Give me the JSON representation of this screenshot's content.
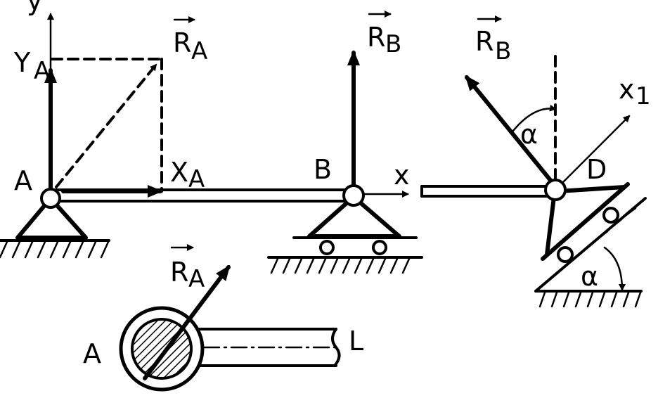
{
  "labels": {
    "y_axis": "y",
    "Y_A": "Y",
    "Y_A_sub": "A",
    "R_A": "R",
    "R_A_sub": "A",
    "X_A": "X",
    "X_A_sub": "A",
    "A": "A",
    "B": "B",
    "x_axis": "x",
    "R_B": "R",
    "R_B_sub": "B",
    "R_B2": "R",
    "R_B2_sub": "B",
    "x1": "x",
    "x1_sub": "1",
    "alpha_top": "α",
    "D": "D",
    "alpha_bottom": "α",
    "R_A2": "R",
    "R_A2_sub": "A",
    "A2": "A",
    "L": "L"
  }
}
